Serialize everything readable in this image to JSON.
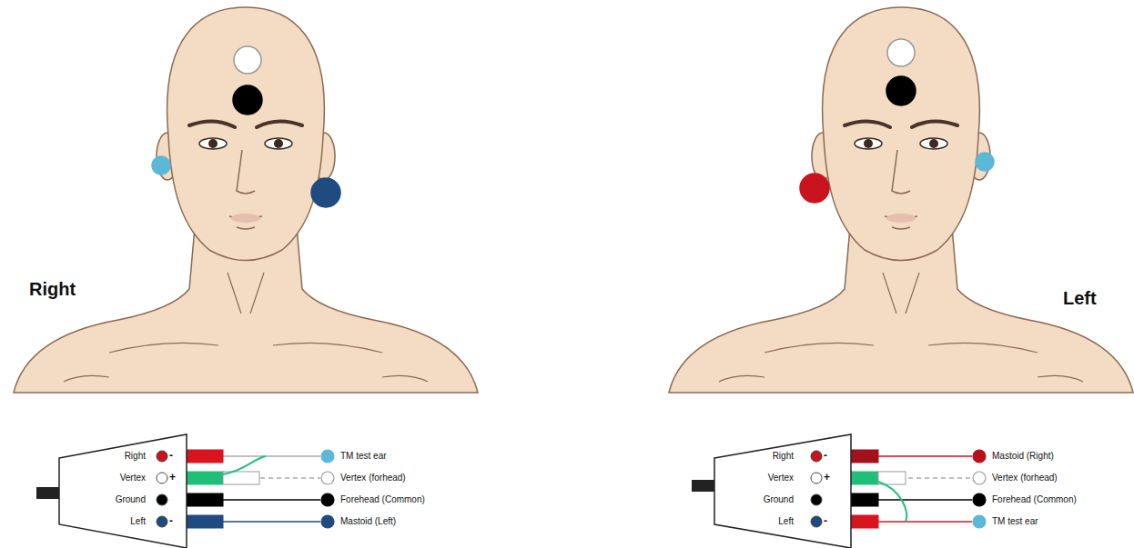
{
  "diagram": {
    "nodes": [
      {
        "text": [
          "Right",
          "Vertex",
          "Ground",
          "Left"
        ]
      },
      {
        "text": [
          "TM test ear"
        ]
      },
      {
        "text": [
          "Vertex (forhead)"
        ]
      },
      {
        "text": [
          "Forehead (Common)"
        ]
      },
      {
        "text": [
          "Mastoid (Left)"
        ]
      },
      {
        "text": [
          "Right",
          "Vertex",
          "Ground",
          "Left"
        ]
      },
      {
        "text": [
          "Mastoid (Right)"
        ]
      },
      {
        "text": [
          "Vertex (forhead)"
        ]
      },
      {
        "text": [
          "Forehead (Common)"
        ]
      },
      {
        "text": [
          "TM test ear"
        ]
      }
    ],
    "edges": [
      {
        "from": 0,
        "to": 1,
        "arrow": "none"
      },
      {
        "from": 0,
        "to": 2,
        "arrow": "none"
      },
      {
        "from": 0,
        "to": 3,
        "arrow": "none"
      },
      {
        "from": 0,
        "to": 4,
        "arrow": "none"
      },
      {
        "from": 5,
        "to": 6,
        "arrow": "none"
      },
      {
        "from": 5,
        "to": 7,
        "arrow": "none"
      },
      {
        "from": 5,
        "to": 8,
        "arrow": "none"
      },
      {
        "from": 5,
        "to": 9,
        "arrow": "none"
      }
    ],
    "labels": [
      "Right",
      "Left",
      "-",
      "+",
      "-",
      "-",
      "+",
      "-"
    ]
  }
}
